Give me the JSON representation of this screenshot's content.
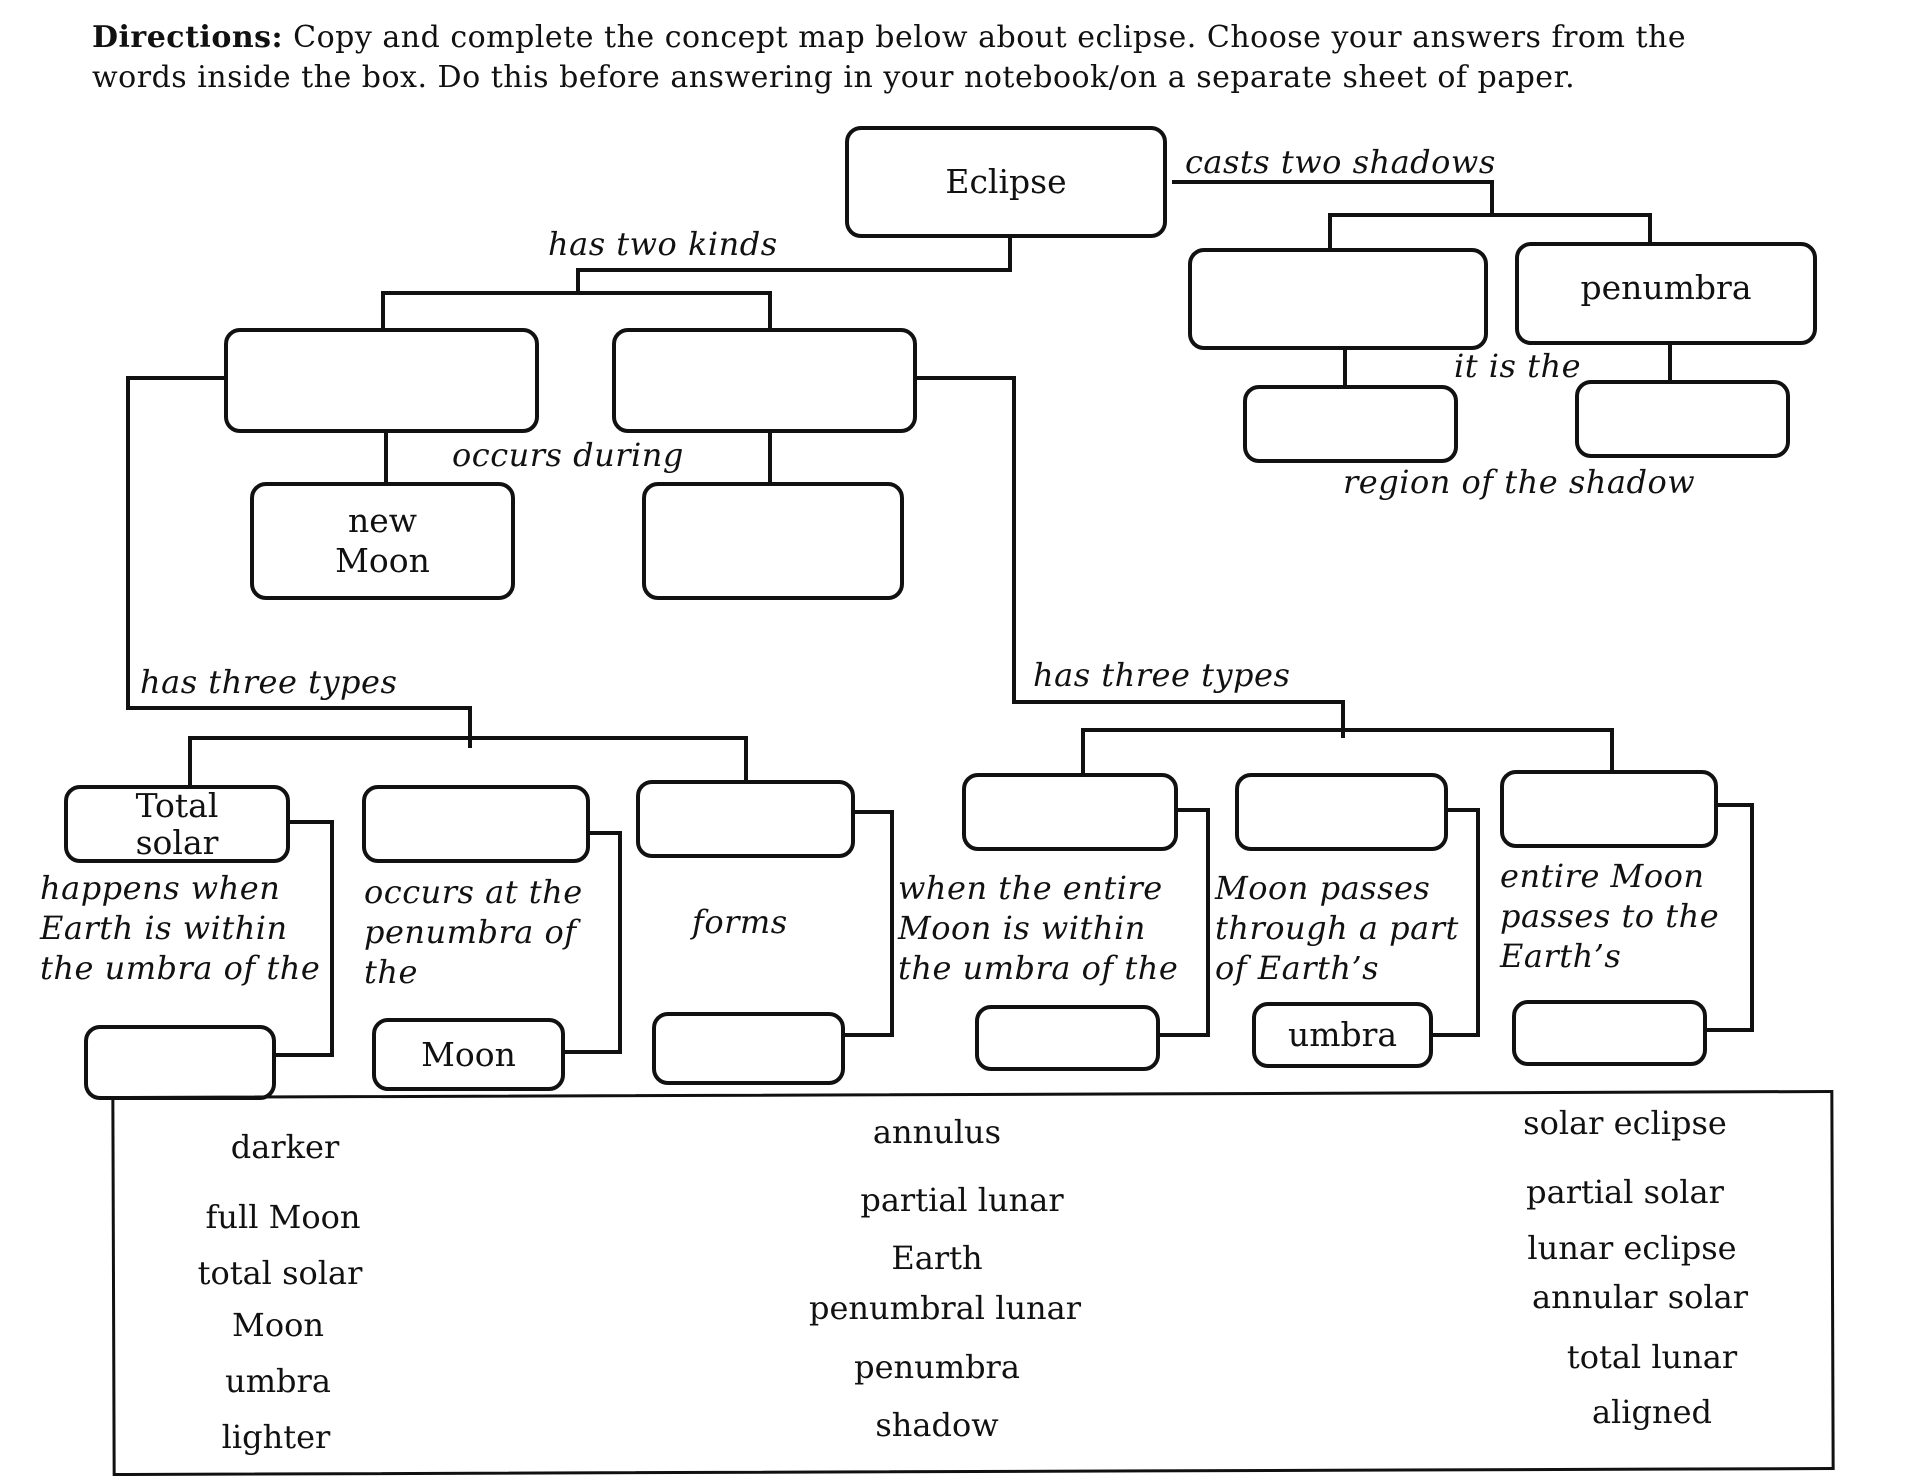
{
  "directions": {
    "lead": "Directions:",
    "text": " Copy and complete the concept map below about eclipse. Choose your answers from the words inside the box. Do this before answering in your notebook/on a separate sheet of paper."
  },
  "nodes": {
    "eclipse": "Eclipse",
    "kind_left": "",
    "kind_right": "",
    "new_moon": "new Moon",
    "occurs_right": "",
    "shadow_left": "",
    "penumbra": "penumbra",
    "region_left": "",
    "region_right": "",
    "total_solar": "Total solar",
    "solar_type_2": "",
    "solar_type_3": "",
    "solar_ans_1": "",
    "moon": "Moon",
    "solar_ans_3": "",
    "lunar_type_1": "",
    "lunar_type_2": "",
    "lunar_type_3": "",
    "lunar_ans_1": "",
    "umbra": "umbra",
    "lunar_ans_3": ""
  },
  "links": {
    "casts_two_shadows": "casts two shadows",
    "has_two_kinds": "has two kinds",
    "it_is_the": "it is the",
    "occurs_during": "occurs during",
    "region_of_the_shadow": "region of the shadow",
    "has_three_types_left": "has three types",
    "has_three_types_right": "has three types",
    "total_solar_desc": "happens when Earth is within the umbra of the",
    "partial_desc": "occurs at the penumbra of the",
    "forms": "forms",
    "lunar_1_desc": "when the entire Moon is within the umbra of the",
    "lunar_2_desc": "Moon passes through a part of Earth’s",
    "lunar_3_desc": "entire Moon passes to the Earth’s"
  },
  "word_bank": {
    "col1": [
      "darker",
      "full Moon",
      "total solar",
      "Moon",
      "umbra",
      "lighter"
    ],
    "col2": [
      "annulus",
      "partial lunar",
      "Earth",
      "penumbral lunar",
      "penumbra",
      "shadow"
    ],
    "col3": [
      "solar eclipse",
      "partial solar",
      "lunar eclipse",
      "annular solar",
      "total lunar",
      "aligned"
    ]
  }
}
